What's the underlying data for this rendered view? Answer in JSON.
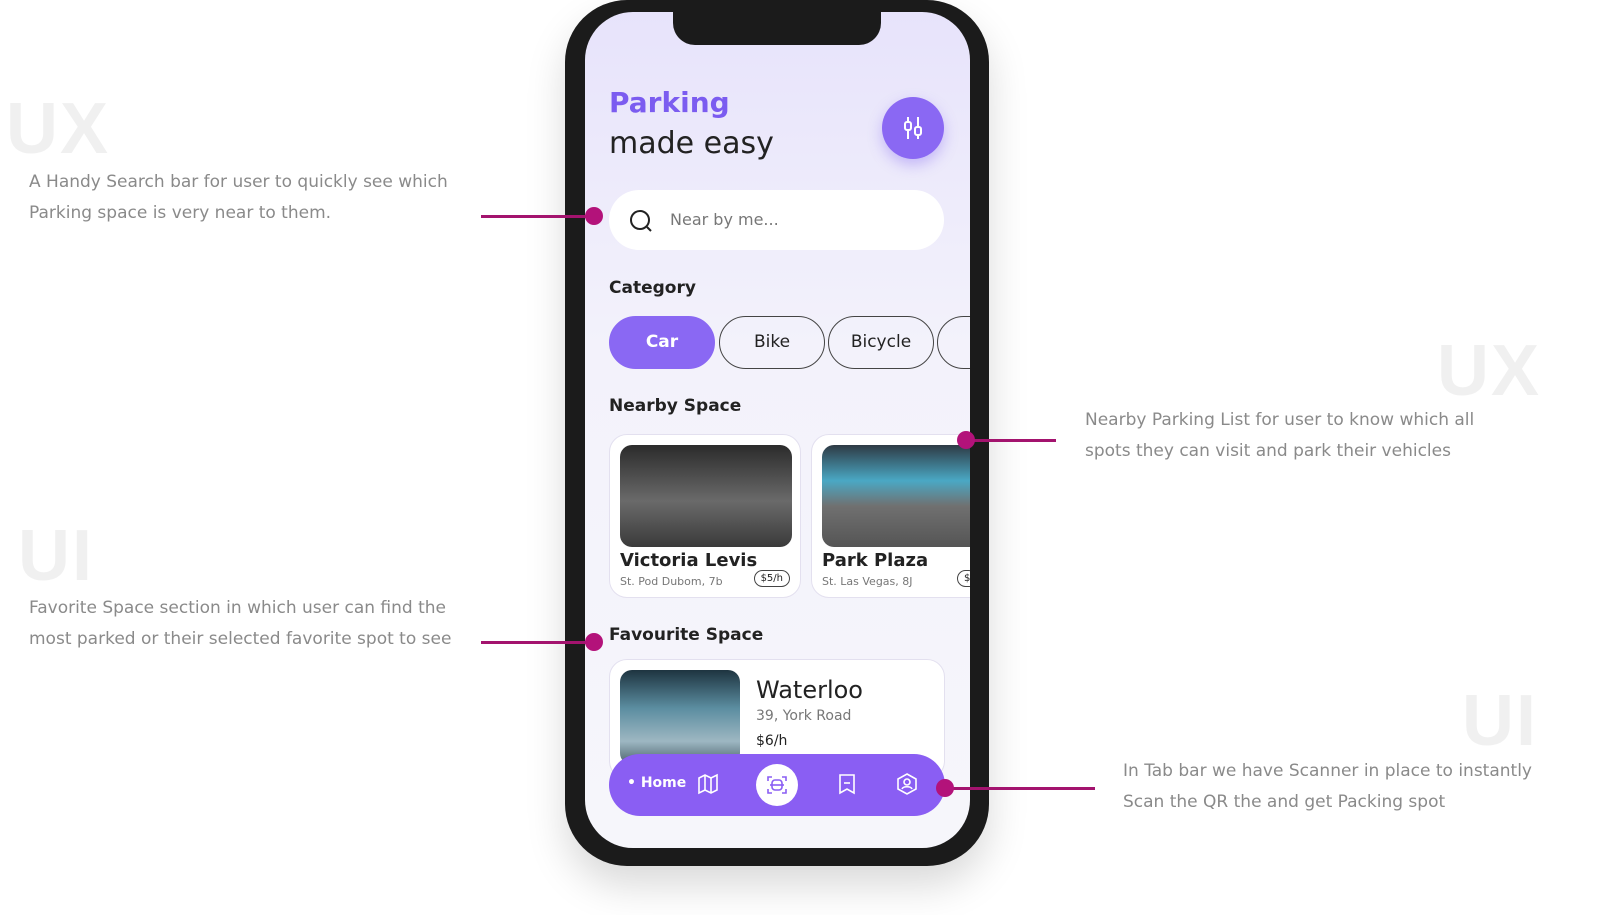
{
  "watermarks": [
    "UX",
    "UI",
    "UX",
    "UI"
  ],
  "notes": {
    "search": "A Handy Search bar for user to quickly see which Parking space is very near to them.",
    "favorite": "Favorite Space section in which user can find the most parked or their selected favorite spot to see",
    "nearby": "Nearby Parking List for user to know which all spots they  can visit and park their vehicles",
    "tabbar": "In Tab bar we have Scanner in place to instantly Scan the QR the and get Packing spot"
  },
  "app": {
    "title_line1": "Parking",
    "title_line2": "made easy",
    "search_placeholder": "Near by me...",
    "category_heading": "Category",
    "categories": [
      "Car",
      "Bike",
      "Bicycle"
    ],
    "nearby_heading": "Nearby Space",
    "nearby": [
      {
        "name": "Victoria Levis",
        "address": "St. Pod Dubom, 7b",
        "price": "$5/h"
      },
      {
        "name": "Park Plaza",
        "address": "St. Las Vegas, 8J",
        "price": "$"
      }
    ],
    "favourite_heading": "Favourite Space",
    "favourite": {
      "name": "Waterloo",
      "address": "39, York Road",
      "price": "$6/h"
    },
    "tabbar": {
      "home": "• Home"
    },
    "accent": "#8a68f3"
  }
}
